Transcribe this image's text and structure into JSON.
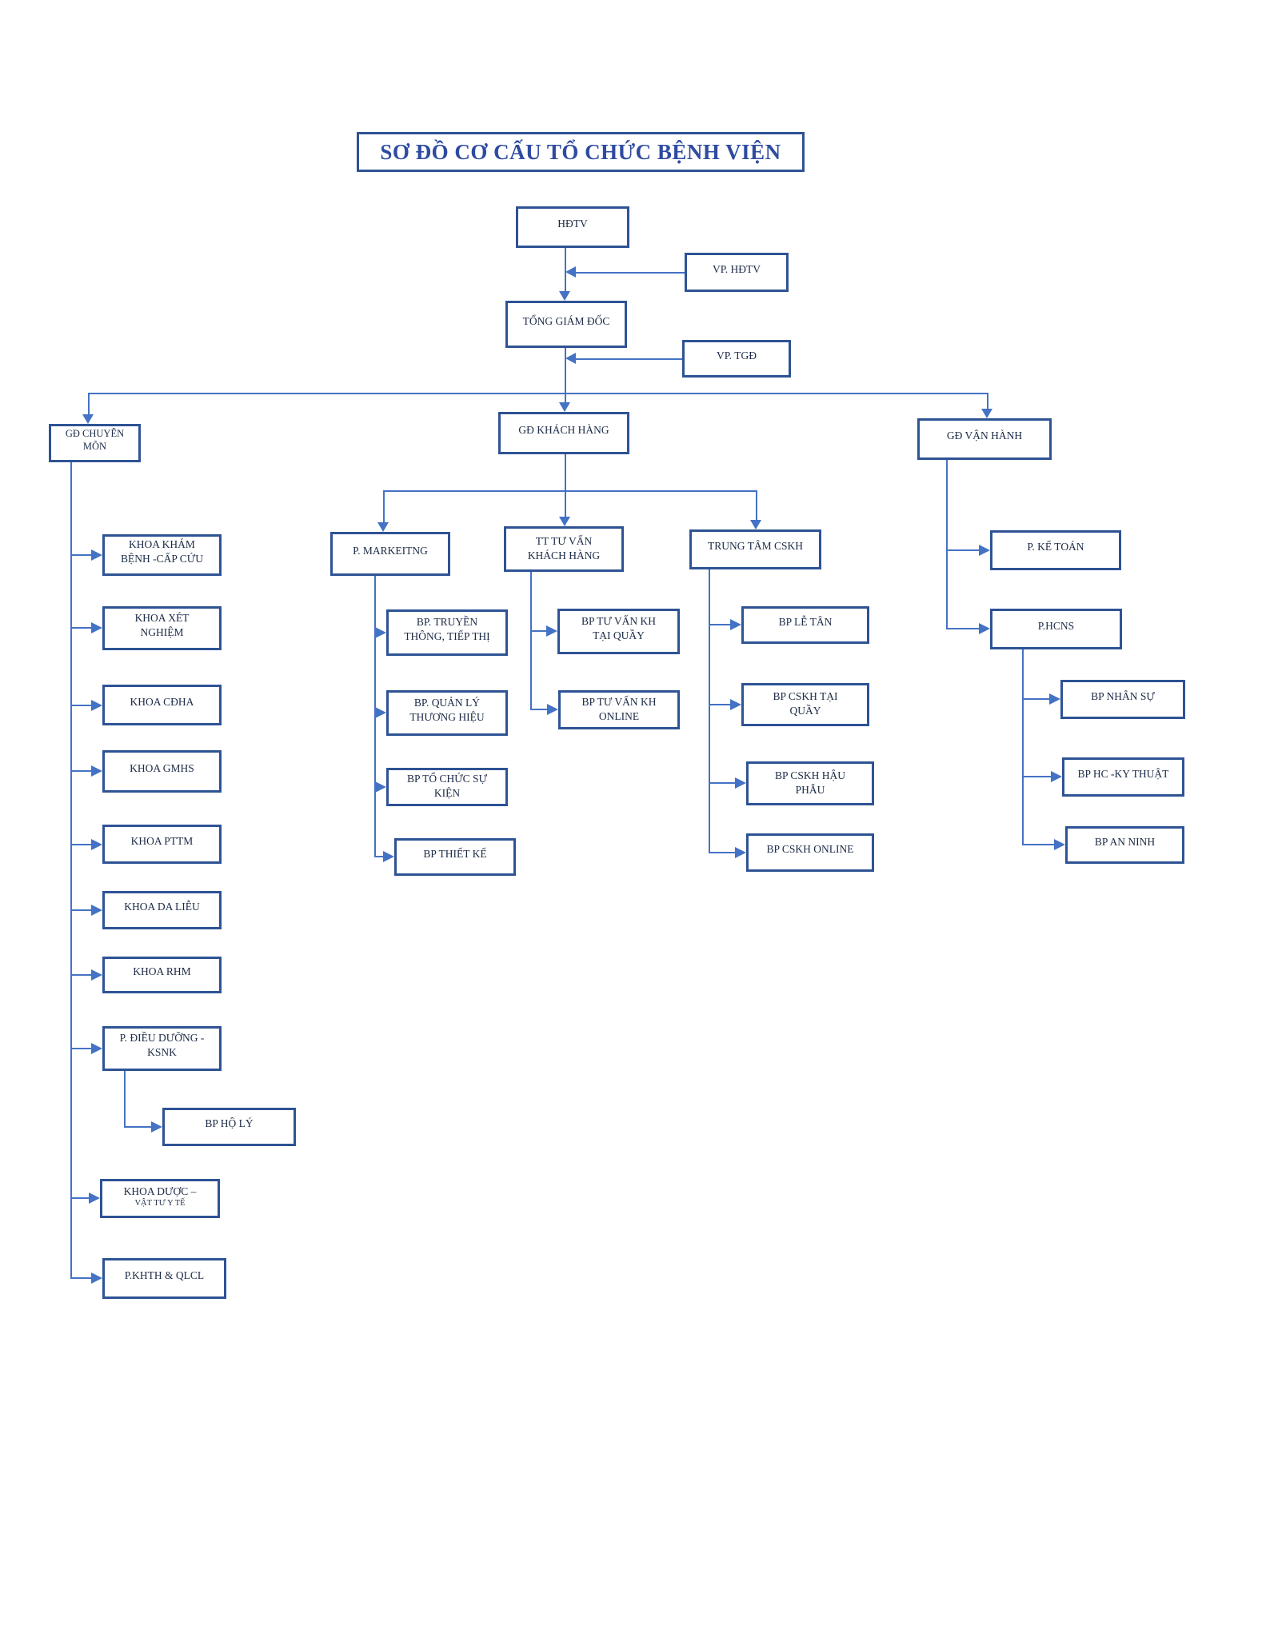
{
  "title": "SƠ ĐỒ CƠ CẤU TỔ CHỨC BỆNH VIỆN",
  "colors": {
    "box_border": "#2e5395",
    "connector": "#4472c4",
    "title_text": "#2e4ba0",
    "box_text": "#1b2a45"
  },
  "nodes": {
    "hdtv": {
      "label": "HĐTV"
    },
    "vp_hdtv": {
      "label": "VP. HĐTV"
    },
    "tong_giam_doc": {
      "label": "TỔNG GIÁM ĐỐC"
    },
    "vp_tgd": {
      "label": "VP. TGĐ"
    },
    "gd_chuyen_mon": {
      "label": "GĐ CHUYÊN MÔN"
    },
    "gd_khach_hang": {
      "label": "GĐ  KHÁCH HÀNG"
    },
    "gd_van_hanh": {
      "label": "GĐ VẬN HÀNH"
    },
    "khoa_kham_benh": {
      "label": "KHOA KHÁM\nBỆNH -CẤP CỨU"
    },
    "khoa_xet_nghiem": {
      "label": "KHOA XÉT\nNGHIỆM"
    },
    "khoa_cdha": {
      "label": "KHOA CĐHA"
    },
    "khoa_gmhs": {
      "label": "KHOA GMHS"
    },
    "khoa_pttm": {
      "label": "KHOA PTTM"
    },
    "khoa_da_lieu": {
      "label": "KHOA DA LIỄU"
    },
    "khoa_rhm": {
      "label": "KHOA RHM"
    },
    "p_dieu_duong": {
      "label": "P. ĐIỀU DƯỠNG -\nKSNK"
    },
    "bp_ho_ly": {
      "label": "BP HỘ LÝ"
    },
    "khoa_duoc": {
      "label": "KHOA DƯỢC –",
      "sublabel": "VẬT TƯ Y TẾ"
    },
    "p_khth_qlcl": {
      "label": "P.KHTH & QLCL"
    },
    "p_marketing": {
      "label": "P. MARKEITNG"
    },
    "bp_truyen_thong": {
      "label": "BP. TRUYỀN\nTHÔNG, TIẾP THỊ"
    },
    "bp_quan_ly_thuong_hieu": {
      "label": "BP. QUẢN LÝ\nTHƯƠNG HIỆU"
    },
    "bp_to_chuc_su_kien": {
      "label": "BP TỔ CHỨC SỰ\nKIỆN"
    },
    "bp_thiet_ke": {
      "label": "BP  THIẾT KẾ"
    },
    "tt_tu_van": {
      "label": "TT  TƯ VẤN\nKHÁCH HÀNG"
    },
    "bp_tu_van_tai_quay": {
      "label": "BP  TƯ VẤN KH\nTẠI QUẦY"
    },
    "bp_tu_van_online": {
      "label": "BP TƯ VẤN KH\nONLINE"
    },
    "trung_tam_cskh": {
      "label": "TRUNG TÂM  CSKH"
    },
    "bp_le_tan": {
      "label": "BP LỄ TÂN"
    },
    "bp_cskh_tai_quay": {
      "label": "BP CSKH TẠI\nQUẦY"
    },
    "bp_cskh_hau_phau": {
      "label": "BP CSKH HẬU\nPHẪU"
    },
    "bp_cskh_online": {
      "label": "BP CSKH ONLINE"
    },
    "p_ke_toan": {
      "label": "P. KẾ TOÁN"
    },
    "p_hcns": {
      "label": "P.HCNS"
    },
    "bp_nhan_su": {
      "label": "BP NHÂN SỰ"
    },
    "bp_hc_ky_thuat": {
      "label": "BP HC -KY THUẬT"
    },
    "bp_an_ninh": {
      "label": "BP AN NINH"
    }
  }
}
